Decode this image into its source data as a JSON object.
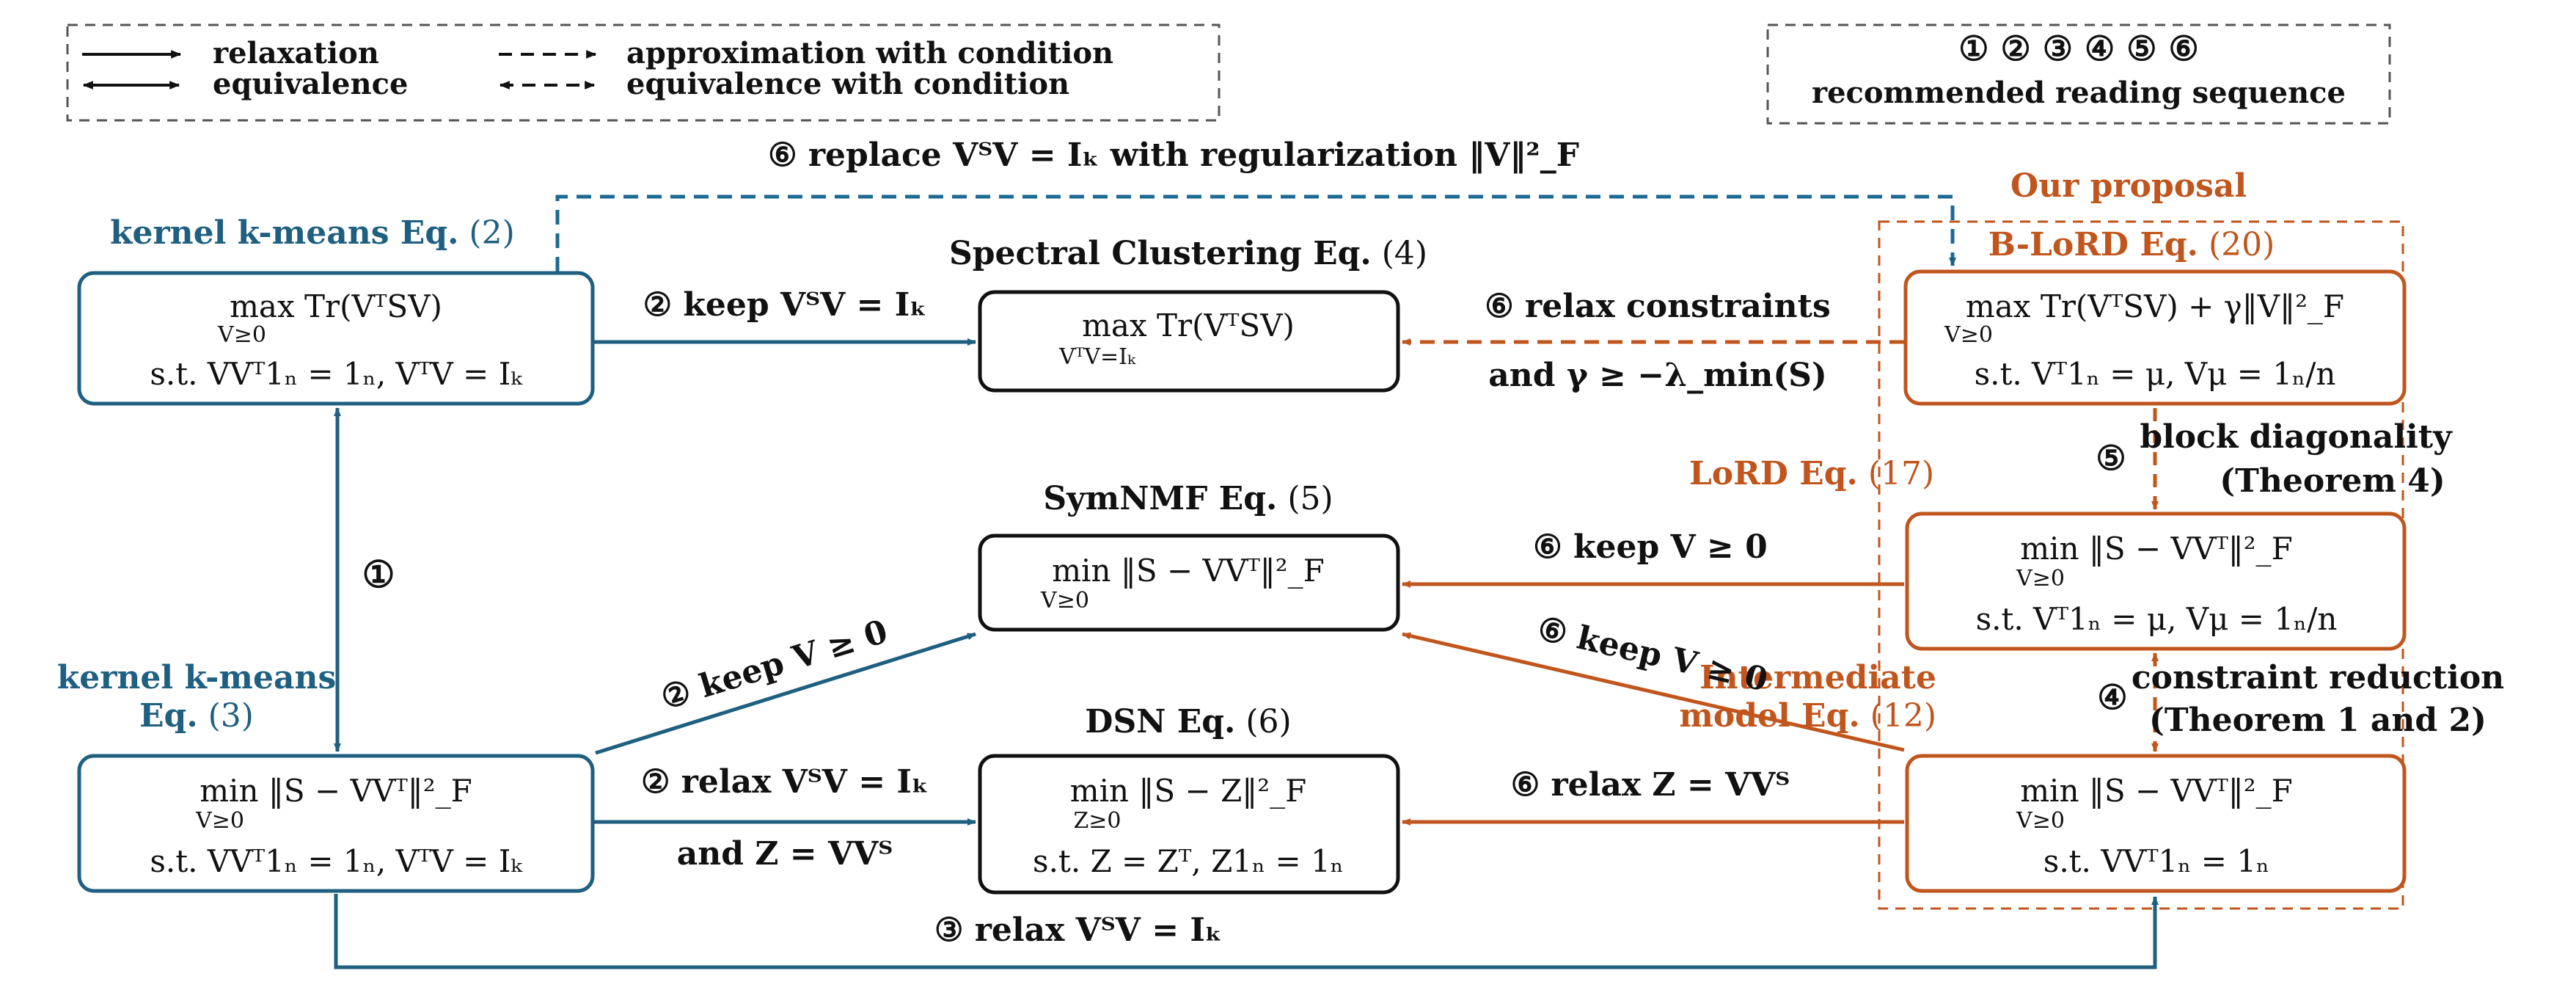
{
  "colors": {
    "blue": "#1f5f80",
    "dashblue": "#1d6a93",
    "orange": "#c0561d",
    "black": "#111111",
    "legend_border": "#555555"
  },
  "legend": {
    "relaxation": "relaxation",
    "equivalence": "equivalence",
    "approximation": "approximation with condition",
    "equivalence_cond": "equivalence with condition"
  },
  "reading": {
    "circled_numbers": "① ② ③ ④ ⑤ ⑥",
    "caption": "recommended reading sequence"
  },
  "top_replace_label": "⑥ replace VᵀV = Iₖ with regularization ‖V‖²_F",
  "our_proposal": "Our proposal",
  "models": {
    "kkm2": {
      "title": "kernel k-means Eq.",
      "eqnum": "(2)",
      "line1": "max Tr(VᵀSV)",
      "line1_sub": "V≥0",
      "line2": "s.t.  VVᵀ1ₙ = 1ₙ, VᵀV = Iₖ"
    },
    "spectral": {
      "title": "Spectral Clustering Eq.",
      "eqnum": "(4)",
      "line1": "max       Tr(VᵀSV)",
      "line1_sub": "VᵀV=Iₖ"
    },
    "blord": {
      "title": "B-LoRD Eq.",
      "eqnum": "(20)",
      "line1": "max Tr(VᵀSV) + γ‖V‖²_F",
      "line1_sub": "V≥0",
      "line2": "s.t.  Vᵀ1ₙ = μ, Vμ = 1ₙ/n"
    },
    "symnmf": {
      "title": "SymNMF Eq.",
      "eqnum": "(5)",
      "line1": "min ‖S − VVᵀ‖²_F",
      "line1_sub": "V≥0"
    },
    "lord": {
      "title": "LoRD Eq.",
      "eqnum": "(17)",
      "line1": "min ‖S − VVᵀ‖²_F",
      "line1_sub": "V≥0",
      "line2": "s.t.  Vᵀ1ₙ = μ, Vμ = 1ₙ/n"
    },
    "kkm3": {
      "title_line1": "kernel k-means",
      "title_line2": "Eq.",
      "eqnum": "(3)",
      "line1": "min ‖S − VVᵀ‖²_F",
      "line1_sub": "V≥0",
      "line2": "s.t.  VVᵀ1ₙ = 1ₙ, VᵀV = Iₖ"
    },
    "dsn": {
      "title": "DSN Eq.",
      "eqnum": "(6)",
      "line1": "min ‖S − Z‖²_F",
      "line1_sub": "Z≥0",
      "line2": "s.t.  Z = Zᵀ, Z1ₙ = 1ₙ"
    },
    "intermediate": {
      "title_line1": "Intermediate",
      "title_line2": "model Eq.",
      "eqnum": "(12)",
      "line1": "min ‖S − VVᵀ‖²_F",
      "line1_sub": "V≥0",
      "line2": "s.t.  VVᵀ1ₙ = 1ₙ"
    }
  },
  "edges": {
    "keep_orth": "② keep VᵀV = Iₖ",
    "relax_constraints_1": "⑥ relax constraints",
    "relax_constraints_2": "and γ ≥ −λ_min(S)",
    "circ1": "①",
    "circ5": "⑤",
    "block_diag_1": "block diagonality",
    "block_diag_2": "(Theorem 4)",
    "keep_nonneg_lord": "⑥ keep V ≥ 0",
    "keep_nonneg_kkm": "② keep V ≥ 0",
    "keep_nonneg_int": "⑥ keep V ≥ 0",
    "circ4": "④",
    "constraint_red_1": "constraint reduction",
    "constraint_red_2": "(Theorem 1 and 2)",
    "relax_dsn_1": "② relax VᵀV = Iₖ",
    "relax_dsn_2": "and Z = VVᵀ",
    "relax_z": "⑥ relax Z = VVᵀ",
    "relax_bottom": "③ relax VᵀV = Iₖ"
  }
}
